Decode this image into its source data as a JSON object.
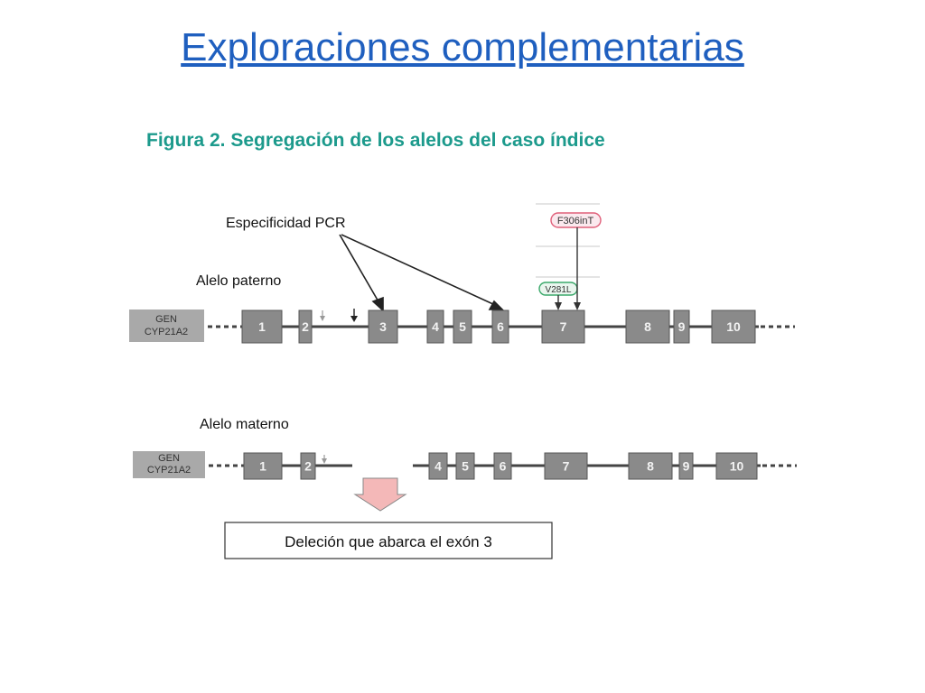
{
  "slide": {
    "title": "Exploraciones complementarias",
    "title_color": "#1f5fbf"
  },
  "figure": {
    "caption": "Figura 2. Segregación de los alelos del caso índice",
    "caption_color": "#1c9a8c",
    "pcr_label": "Especificidad PCR",
    "paternal_label": "Alelo paterno",
    "maternal_label": "Alelo materno",
    "gene_label_line1": "GEN",
    "gene_label_line2": "CYP21A2",
    "mutation_1": "F306inT",
    "mutation_2": "V281L",
    "mutation_1_color": "#e0607a",
    "mutation_2_color": "#3aa86a",
    "exon_color": "#8a8a8a",
    "paternal_exons": [
      "1",
      "2",
      "3",
      "4",
      "5",
      "6",
      "7",
      "8",
      "9",
      "10"
    ],
    "maternal_exons": [
      "1",
      "2",
      "4",
      "5",
      "6",
      "7",
      "8",
      "9",
      "10"
    ],
    "deletion_note": "Deleción que abarca el exón 3",
    "arrow_color": "#f4b8b8"
  }
}
